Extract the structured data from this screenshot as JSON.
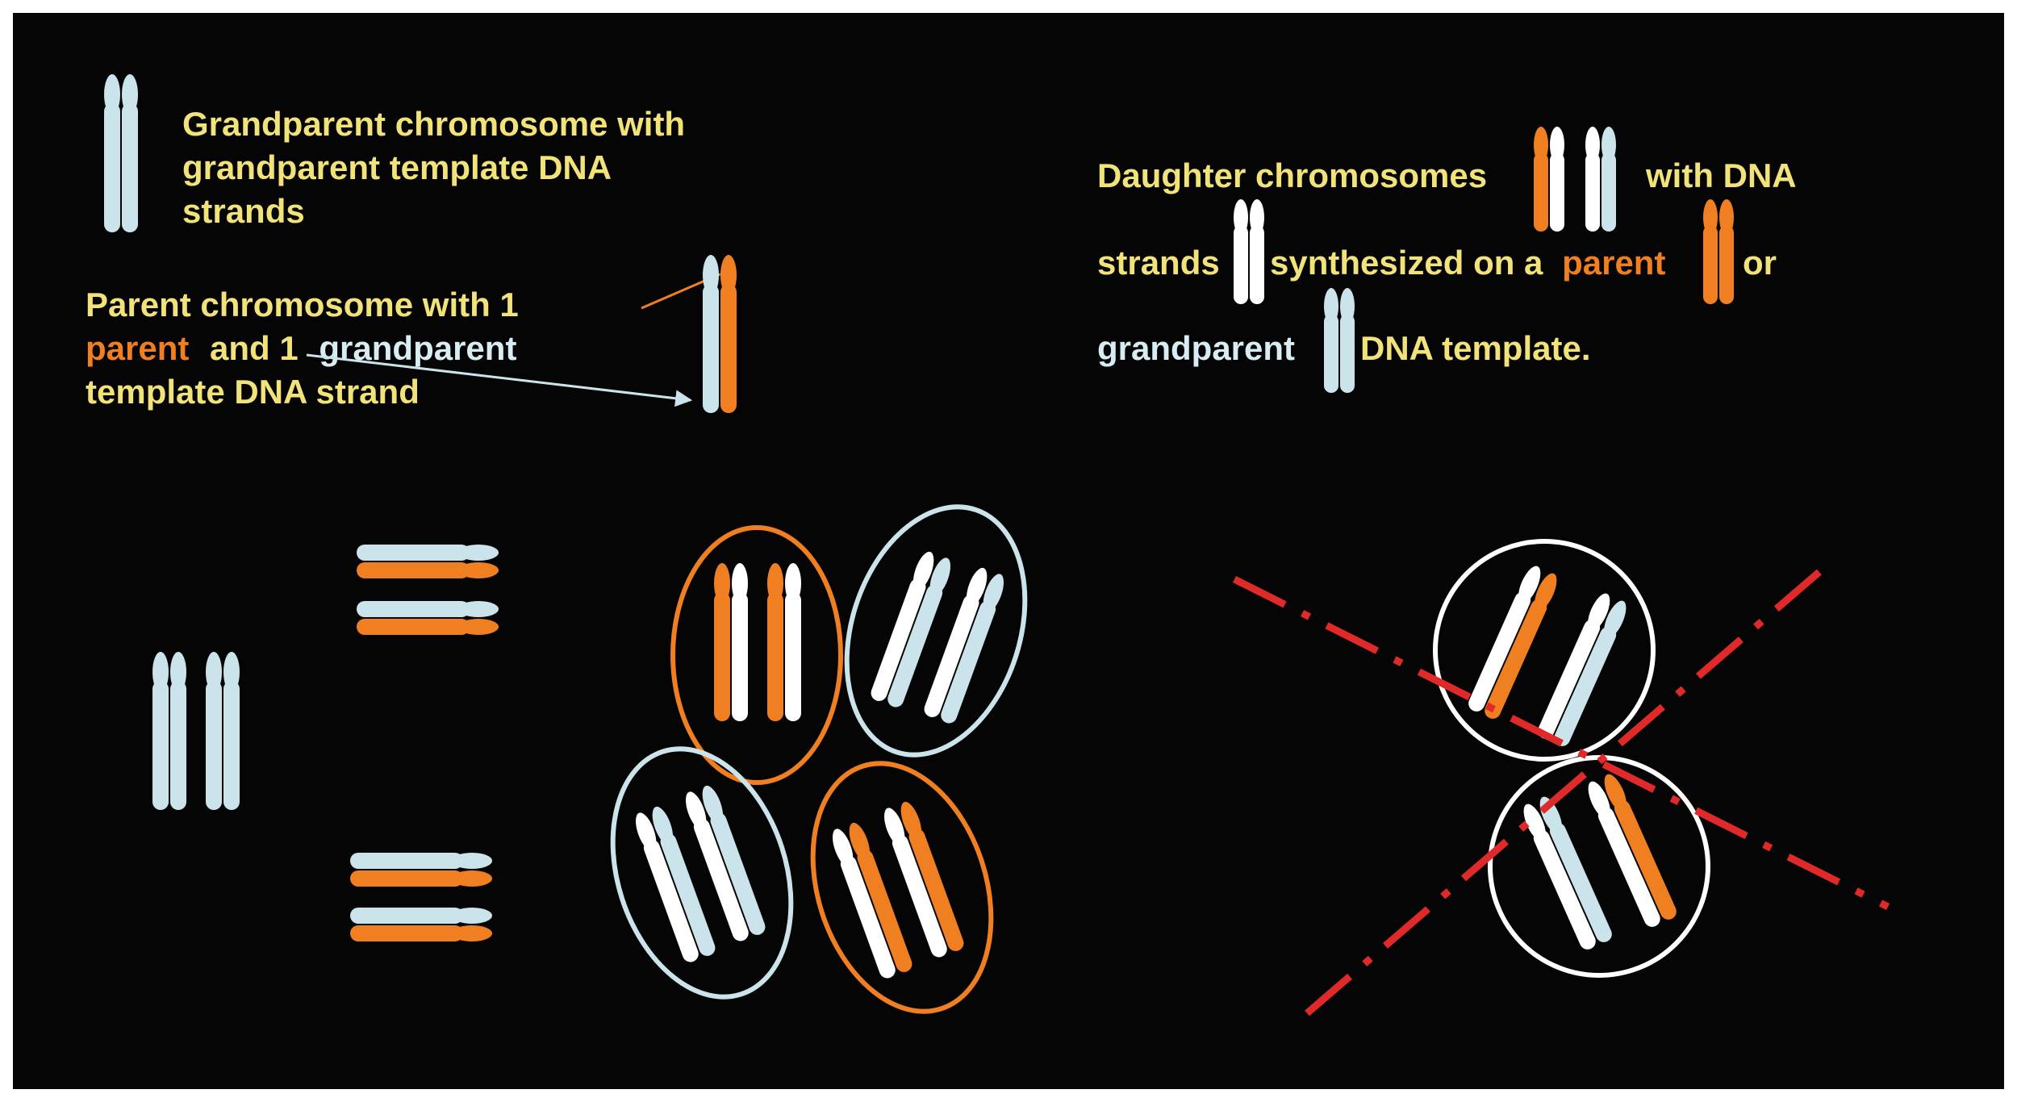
{
  "colors": {
    "background": "#050505",
    "frame": "#ffffff",
    "text_yellow": "#f2e27a",
    "text_orange": "#f07f22",
    "text_blue": "#d7edf3",
    "strand_grandparent": "#cbe4ec",
    "strand_parent": "#f07f22",
    "strand_new": "#ffffff",
    "excluded_line": "#e02a2a"
  },
  "legend": {
    "grandparent_line1": "Grandparent chromosome with",
    "grandparent_line2": "grandparent template DNA",
    "grandparent_line3": "strands",
    "parent_line1": "Parent chromosome with 1",
    "parent_word": "parent",
    "parent_and_1": "and 1",
    "parent_grandparent_word": "grandparent",
    "parent_line3": "template DNA strand",
    "daughter_label": "Daughter chromosomes",
    "with_dna": "with DNA",
    "strands": "strands",
    "synthesized_on_a": "synthesized on a",
    "or": "or",
    "grandparent_word": "grandparent",
    "dna_template": "DNA template."
  },
  "stages": [
    {
      "name": "grandparent-chromosome-pair",
      "strands": [
        "grandparent",
        "grandparent"
      ]
    },
    {
      "name": "parent-chromosomes",
      "strands": [
        "parent",
        "grandparent"
      ]
    },
    {
      "name": "daughter-groups-template-sorted",
      "groups": [
        "parent-templates",
        "grandparent-templates",
        "grandparent-templates",
        "parent-templates"
      ]
    },
    {
      "name": "daughter-groups-mixed",
      "crossed_out": true
    }
  ],
  "icons": {
    "arrow": "arrow-icon",
    "cross": "cross-out-icon"
  }
}
